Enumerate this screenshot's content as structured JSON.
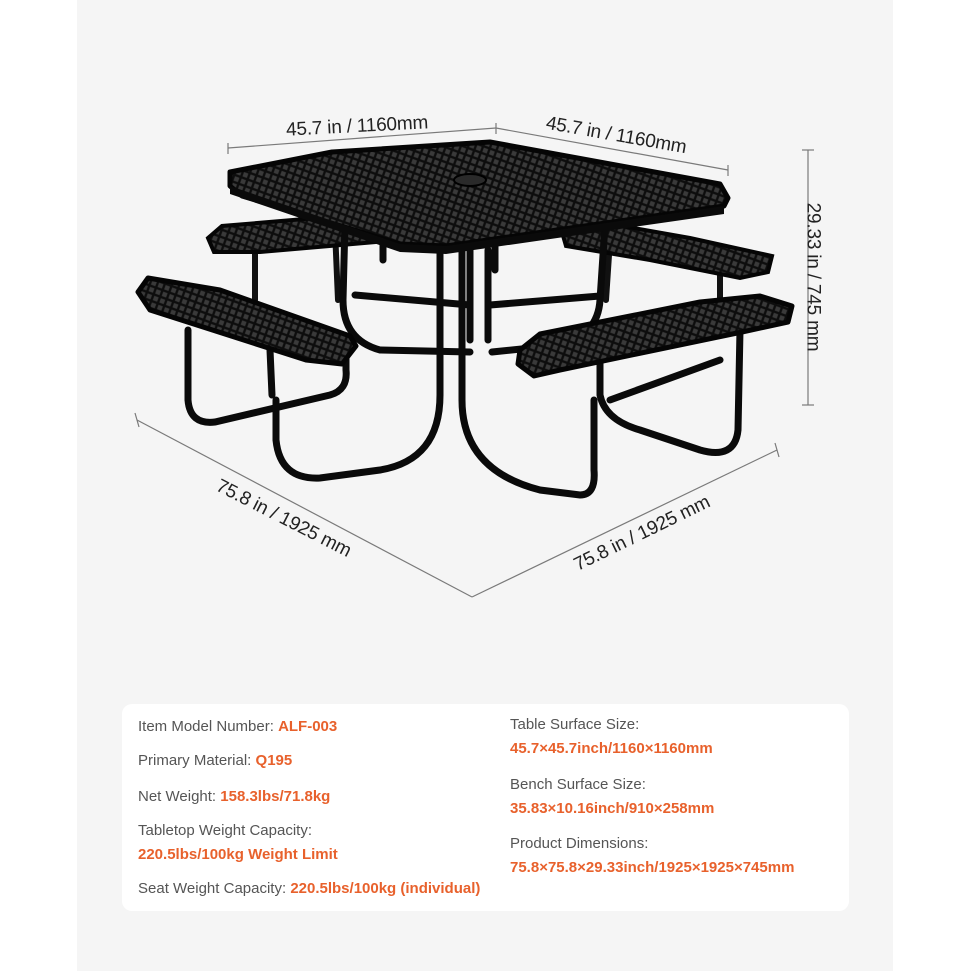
{
  "dimensions": {
    "top_left_width": "45.7 in / 1160mm",
    "top_right_width": "45.7 in / 1160mm",
    "height": "29.33 in / 745 mm",
    "bottom_left_length": "75.8 in / 1925 mm",
    "bottom_right_length": "75.8 in / 1925 mm"
  },
  "specs": {
    "model": {
      "label": "Item Model Number:",
      "value": "ALF-003"
    },
    "material": {
      "label": "Primary Material:",
      "value": "Q195"
    },
    "net_weight": {
      "label": "Net Weight:",
      "value": "158.3lbs/71.8kg"
    },
    "tabletop_capacity": {
      "label": "Tabletop Weight Capacity:",
      "value": "220.5lbs/100kg Weight Limit"
    },
    "seat_capacity": {
      "label": "Seat Weight Capacity:",
      "value": "220.5lbs/100kg (individual)"
    },
    "table_surface": {
      "label": "Table Surface Size:",
      "value": "45.7×45.7inch/1160×1160mm"
    },
    "bench_surface": {
      "label": "Bench Surface Size:",
      "value": "35.83×10.16inch/910×258mm"
    },
    "product_dimensions": {
      "label": "Product Dimensions:",
      "value": "75.8×75.8×29.33inch/1925×1925×745mm"
    }
  },
  "colors": {
    "accent": "#e8612c",
    "label": "#555555",
    "table": "#111111",
    "panel": "#f5f5f5"
  }
}
